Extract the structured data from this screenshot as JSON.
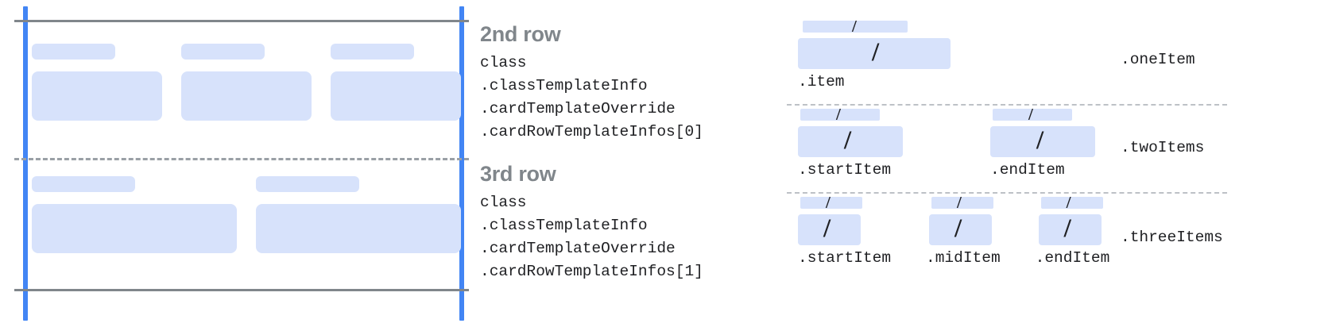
{
  "colors": {
    "placeholder_blue": "#d7e2fb",
    "rail_blue": "#4285f4",
    "rule_gray": "#80868b",
    "heading_gray": "#80868b",
    "text_dark": "#202124",
    "dotted_gray": "#bdc1c6"
  },
  "card_mockup": {
    "sections": [
      {
        "name": "second-row-preview",
        "columns": [
          {
            "small_label": "",
            "large_label": ""
          },
          {
            "small_label": "",
            "large_label": ""
          },
          {
            "small_label": "",
            "large_label": ""
          }
        ]
      },
      {
        "name": "third-row-preview",
        "columns": [
          {
            "small_label": "",
            "large_label": ""
          },
          {
            "small_label": "",
            "large_label": ""
          }
        ]
      }
    ]
  },
  "row_descriptions": [
    {
      "title": "2nd row",
      "code_lines": [
        "class",
        ".classTemplateInfo",
        ".cardTemplateOverride",
        ".cardRowTemplateInfos[0]"
      ]
    },
    {
      "title": "3rd row",
      "code_lines": [
        "class",
        ".classTemplateInfo",
        ".cardTemplateOverride",
        ".cardRowTemplateInfos[1]"
      ]
    }
  ],
  "variants": [
    {
      "name": ".oneItem",
      "slash_glyph": "/",
      "cells": [
        {
          "label": ".item"
        }
      ]
    },
    {
      "name": ".twoItems",
      "slash_glyph": "/",
      "cells": [
        {
          "label": ".startItem"
        },
        {
          "label": ".endItem"
        }
      ]
    },
    {
      "name": ".threeItems",
      "slash_glyph": "/",
      "cells": [
        {
          "label": ".startItem"
        },
        {
          "label": ".midItem"
        },
        {
          "label": ".endItem"
        }
      ]
    }
  ]
}
